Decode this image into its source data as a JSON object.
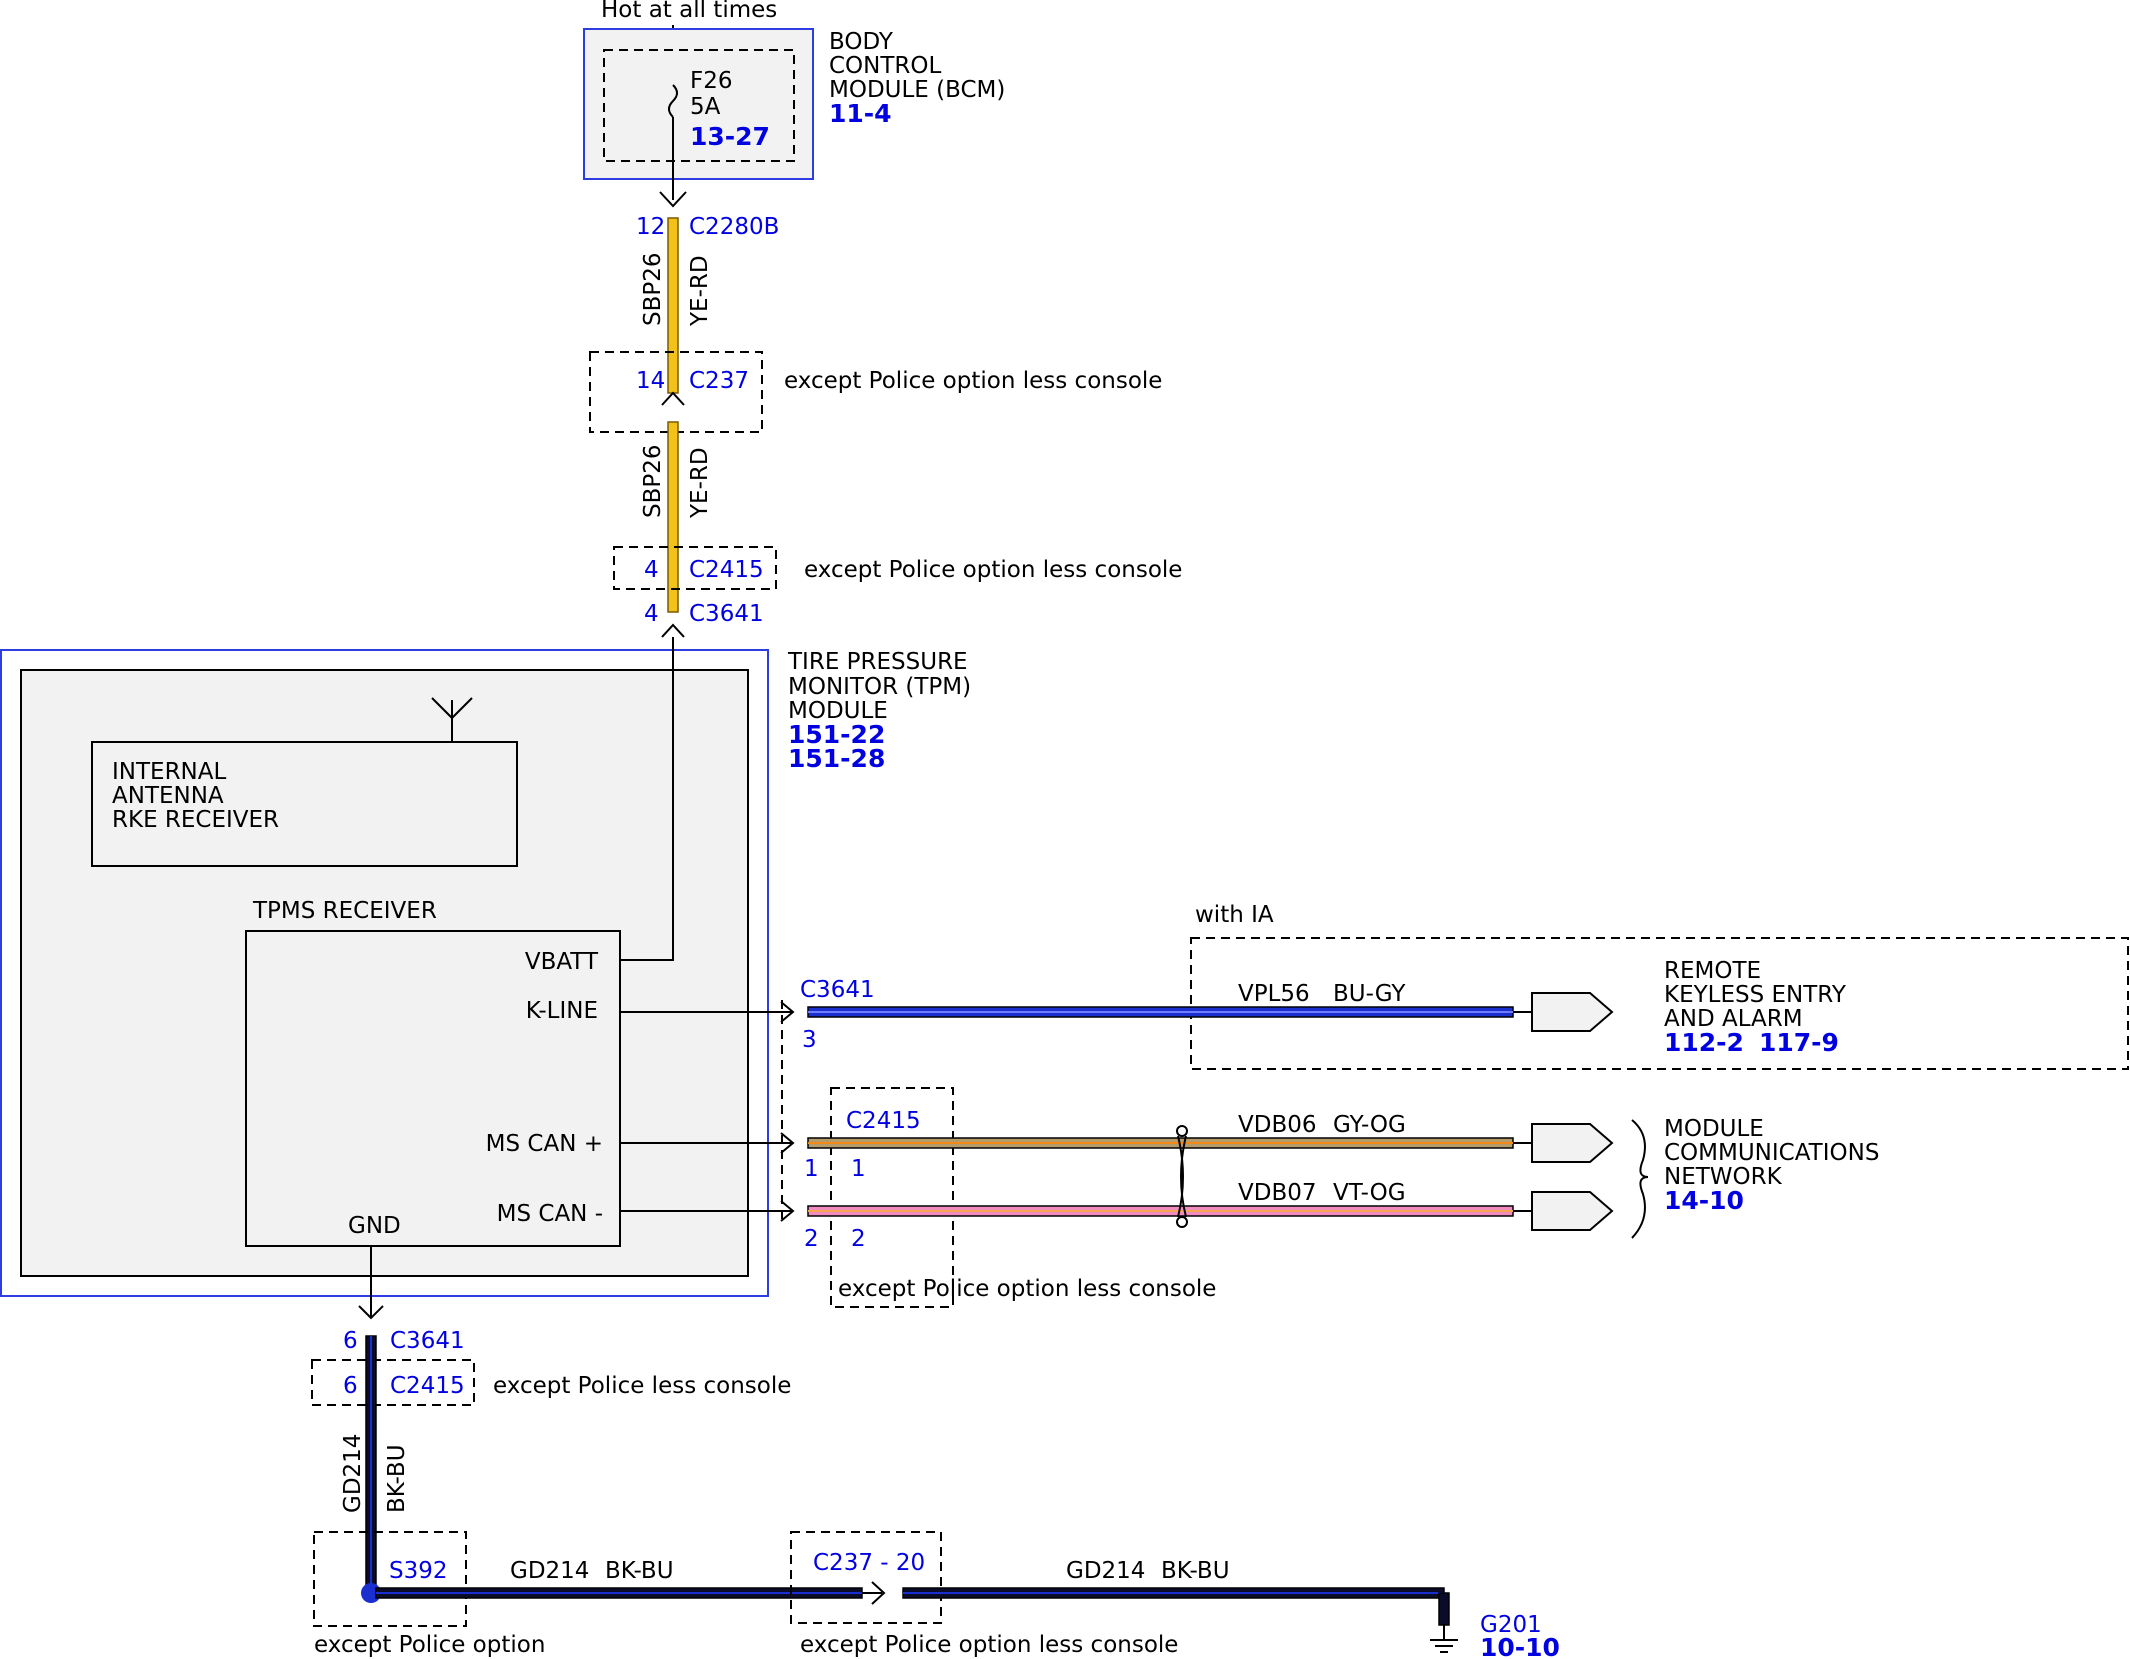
{
  "power": {
    "label": "Hot at all times",
    "fuse_id": "F26",
    "fuse_rating": "5A",
    "fuse_ref": "13-27"
  },
  "bcm": {
    "line1": "BODY",
    "line2": "CONTROL",
    "line3": "MODULE (BCM)",
    "ref": "11-4"
  },
  "connectors": {
    "c2280b_pin": "12",
    "c2280b_name": "C2280B",
    "c237_pin": "14",
    "c237_name": "C237",
    "c2415_pin_top": "4",
    "c2415_name": "C2415",
    "c3641_pin_top": "4",
    "c3641_name": "C3641",
    "c3641_kline_name": "C3641",
    "c3641_kline_pin": "3",
    "c2415_can_name": "C2415",
    "c3641_can_pos_pin": "1",
    "c2415_can_pos_pin": "1",
    "c3641_can_neg_pin": "2",
    "c2415_can_neg_pin": "2",
    "c3641_gnd_pin": "6",
    "c3641_gnd_name": "C3641",
    "c2415_gnd_pin": "6",
    "c2415_gnd_name": "C2415",
    "splice_name": "S392",
    "c237_gnd": "C237 - 20",
    "ground_name": "G201",
    "ground_ref": "10-10"
  },
  "wires": {
    "sbp26_circuit": "SBP26",
    "sbp26_color": "YE-RD",
    "vpl56_circuit": "VPL56",
    "vpl56_color": "BU-GY",
    "vdb06_circuit": "VDB06",
    "vdb06_color": "GY-OG",
    "vdb07_circuit": "VDB07",
    "vdb07_color": "VT-OG",
    "gd214_circuit": "GD214",
    "gd214_color": "BK-BU"
  },
  "notes": {
    "except_police_console_1": "except Police option less console",
    "except_police_console_2": "except Police option less console",
    "except_police_console_3": "except Police option less console",
    "except_police_less_console": "except Police less console",
    "except_police_option": "except Police option",
    "except_police_console_4": "except Police option less console",
    "with_ia": "with IA"
  },
  "tpm": {
    "line1": "TIRE PRESSURE",
    "line2": "MONITOR (TPM)",
    "line3": "MODULE",
    "ref1": "151-22",
    "ref2": "151-28",
    "antenna_line1": "INTERNAL",
    "antenna_line2": "ANTENNA",
    "antenna_line3": "RKE RECEIVER",
    "receiver_title": "TPMS RECEIVER",
    "pin_vbatt": "VBATT",
    "pin_kline": "K-LINE",
    "pin_mscan_pos": "MS CAN +",
    "pin_mscan_neg": "MS CAN -",
    "pin_gnd": "GND"
  },
  "rke": {
    "line1": "REMOTE",
    "line2": "KEYLESS ENTRY",
    "line3": "AND ALARM",
    "ref1": "112-2",
    "ref2": "117-9"
  },
  "network": {
    "line1": "MODULE",
    "line2": "COMMUNICATIONS",
    "line3": "NETWORK",
    "ref": "14-10"
  },
  "colors": {
    "ye_rd": "#f2c21b",
    "bu_gy": "#1a2fd0",
    "gy_og": "#b59a6a",
    "vt_og": "#f08cc0",
    "bk_bu": "#0b0b2a",
    "module_border": "#2d3de0",
    "module_fill": "#f2f2f2"
  }
}
